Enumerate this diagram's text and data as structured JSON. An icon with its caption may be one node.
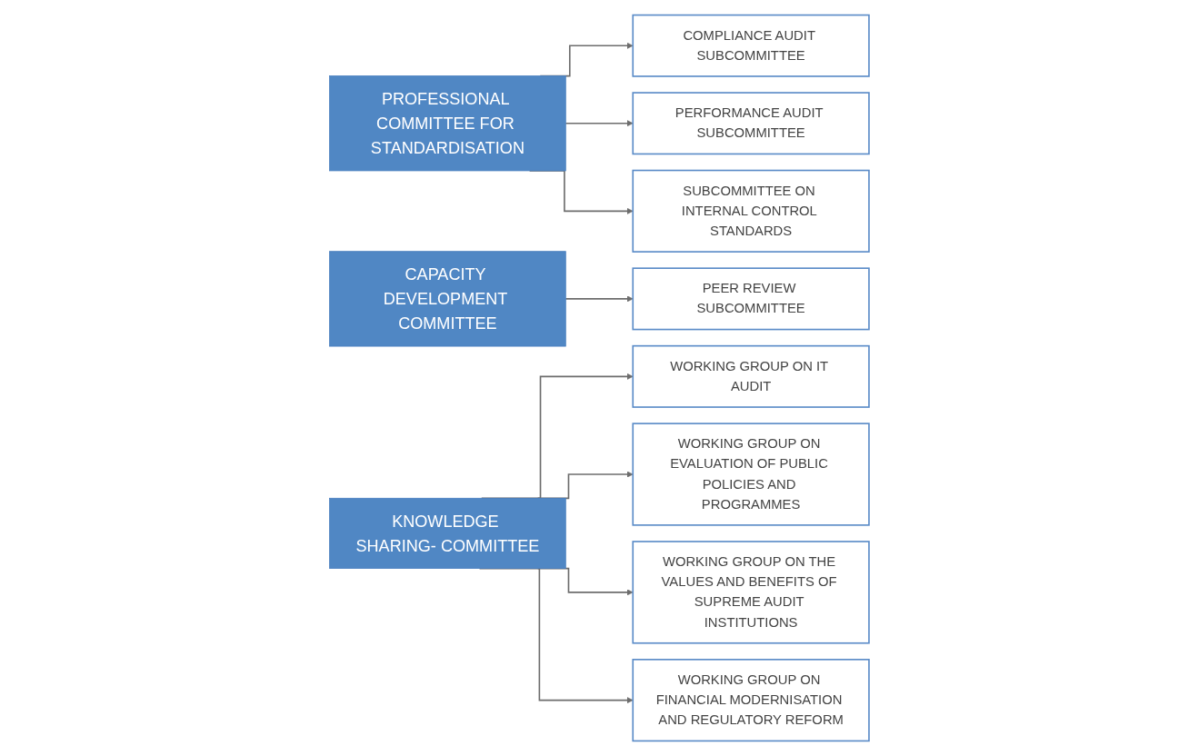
{
  "diagram": {
    "nodes": [
      {
        "text": [
          "PROFESSIONAL COMMITTEE FOR STANDARDISATION"
        ]
      },
      {
        "text": [
          "COMPLIANCE AUDIT SUBCOMMITTEE"
        ]
      },
      {
        "text": [
          "PERFORMANCE AUDIT SUBCOMMITTEE"
        ]
      },
      {
        "text": [
          "SUBCOMMITTEE ON INTERNAL CONTROL STANDARDS"
        ]
      },
      {
        "text": [
          "CAPACITY DEVELOPMENT COMMITTEE"
        ]
      },
      {
        "text": [
          "PEER REVIEW SUBCOMMITTEE"
        ]
      },
      {
        "text": [
          "KNOWLEDGE SHARING- COMMITTEE"
        ]
      },
      {
        "text": [
          "WORKING GROUP ON IT AUDIT"
        ]
      },
      {
        "text": [
          "WORKING GROUP ON EVALUATION OF PUBLIC POLICIES AND PROGRAMMES"
        ]
      },
      {
        "text": [
          "WORKING GROUP ON THE VALUES AND BENEFITS OF SUPREME AUDIT INSTITUTIONS"
        ]
      },
      {
        "text": [
          "WORKING GROUP ON FINANCIAL MODERNISATION AND REGULATORY REFORM"
        ]
      }
    ],
    "edges": [
      {
        "from": 0,
        "to": 1,
        "arrow": "to"
      },
      {
        "from": 0,
        "to": 2,
        "arrow": "to"
      },
      {
        "from": 0,
        "to": 3,
        "arrow": "to"
      },
      {
        "from": 4,
        "to": 5,
        "arrow": "to"
      },
      {
        "from": 6,
        "to": 7,
        "arrow": "to"
      },
      {
        "from": 6,
        "to": 8,
        "arrow": "to"
      },
      {
        "from": 6,
        "to": 9,
        "arrow": "to"
      },
      {
        "from": 6,
        "to": 10,
        "arrow": "to"
      }
    ]
  }
}
